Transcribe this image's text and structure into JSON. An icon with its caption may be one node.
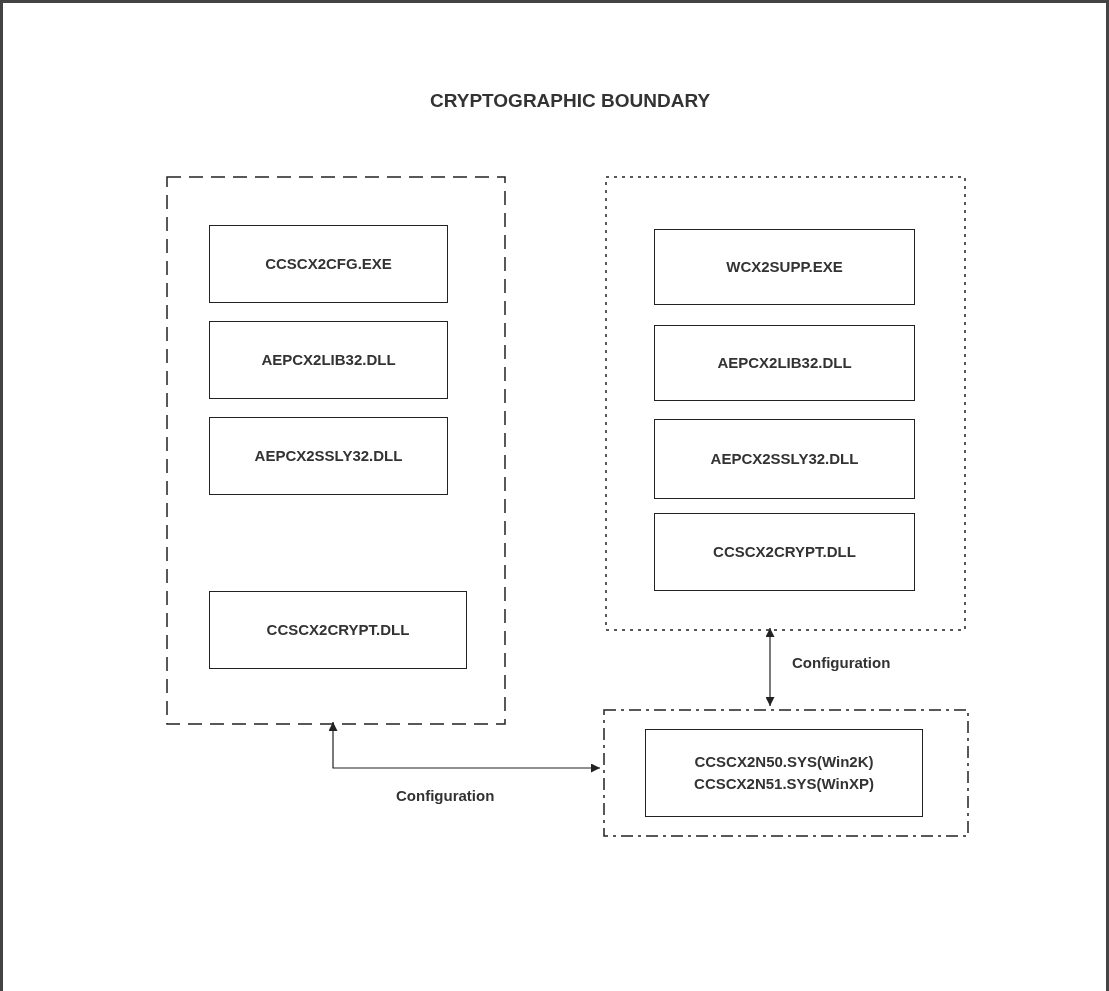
{
  "diagram": {
    "nodes": [
      {
        "text": [
          "CRYPTOGRAPHIC BOUNDARY"
        ]
      },
      {
        "text": [],
        "shape": "box",
        "in": 0
      },
      {
        "text": [
          "CCSCX2CFG.EXE"
        ],
        "in": 1
      },
      {
        "text": [
          "AEPCX2LIB32.DLL"
        ],
        "in": 1
      },
      {
        "text": [
          "AEPCX2SSLY32.DLL"
        ],
        "in": 1
      },
      {
        "text": [
          "CCSCX2CRYPT.DLL"
        ],
        "in": 1
      },
      {
        "text": [],
        "shape": "box",
        "in": 0
      },
      {
        "text": [
          "WCX2SUPP.EXE"
        ],
        "in": 6
      },
      {
        "text": [
          "AEPCX2LIB32.DLL"
        ],
        "in": 6
      },
      {
        "text": [
          "AEPCX2SSLY32.DLL"
        ],
        "in": 6
      },
      {
        "text": [
          "CCSCX2CRYPT.DLL"
        ],
        "in": 6
      },
      {
        "text": [],
        "shape": "box",
        "in": 0
      },
      {
        "text": [
          "CCSCX2N50.SYS(Win2K) CCSCX2N51.SYS(WinXP)"
        ],
        "in": 11
      }
    ],
    "edges": [
      {
        "from": 6,
        "to": 11,
        "arrow": "both",
        "label": "Configuration"
      },
      {
        "from": 1,
        "to": 11,
        "arrow": "both",
        "label": "Configuration"
      }
    ]
  }
}
